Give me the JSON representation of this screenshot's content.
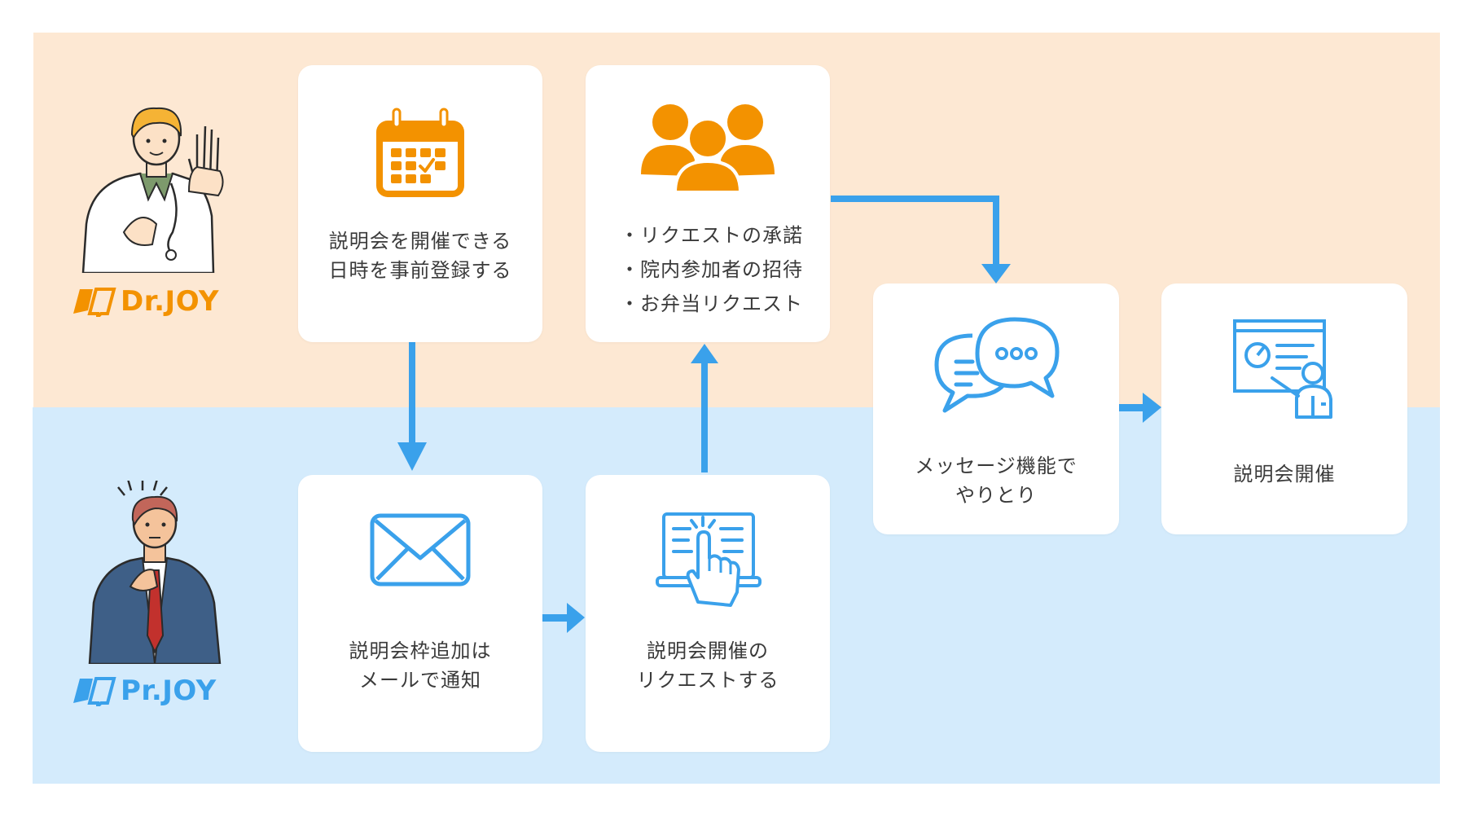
{
  "colors": {
    "doctor_band": "#fde8d3",
    "pharma_band": "#d4ebfc",
    "card": "#ffffff",
    "orange_accent": "#f39200",
    "blue_accent": "#3aa1eb",
    "text": "#3a3a3a"
  },
  "roles": {
    "doctor": {
      "logo_text": "Dr.JOY",
      "logo_icon": "book-icon"
    },
    "pharma": {
      "logo_text": "Pr.JOY",
      "logo_icon": "book-icon"
    }
  },
  "steps": {
    "register_dates": {
      "icon": "calendar-icon",
      "lines": [
        "説明会を開催できる",
        "日時を事前登録する"
      ]
    },
    "email_notice": {
      "icon": "envelope-icon",
      "lines": [
        "説明会枠追加は",
        "メールで通知"
      ]
    },
    "request_meeting": {
      "icon": "touch-screen-icon",
      "lines": [
        "説明会開催の",
        "リクエストする"
      ]
    },
    "accept_request": {
      "icon": "group-icon",
      "bullets": [
        "・リクエストの承諾",
        "・院内参加者の招待",
        "・お弁当リクエスト"
      ]
    },
    "messaging": {
      "icon": "chat-bubbles-icon",
      "lines": [
        "メッセージ機能で",
        "やりとり"
      ]
    },
    "hold_meeting": {
      "icon": "presentation-icon",
      "lines": [
        "説明会開催"
      ]
    }
  }
}
